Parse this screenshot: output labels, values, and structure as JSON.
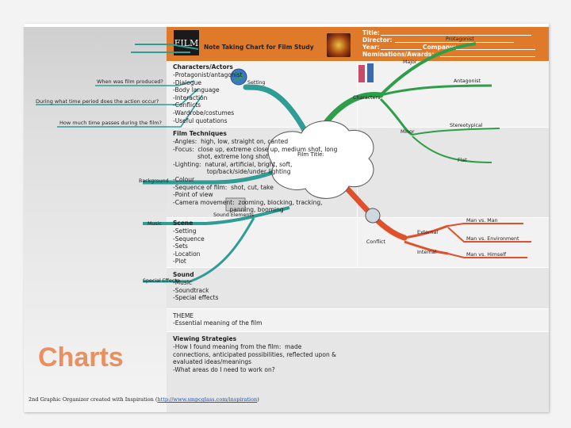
{
  "header": {
    "logo_text": "FILM",
    "title": "Note Taking Chart for Film Study"
  },
  "title_block": {
    "title_label": "Title:",
    "director_label": "Director:",
    "year_label": "Year:",
    "company_label": "Company:",
    "nominations_label": "Nominations/Awards:",
    "protagonist_label": "Protagonist"
  },
  "questions": [
    "When was film produced?",
    "During what time period does the action occur?",
    "How much time passes during the film?"
  ],
  "sections": {
    "characters": {
      "title": "Characters/Actors",
      "lines": [
        "-Protagonist/antagonist",
        "-Dialogue",
        "-Body language",
        "-Interaction",
        "-Conflicts",
        "-Wardrobe/costumes",
        "-Useful quotations"
      ]
    },
    "techniques": {
      "title": "Film Techniques",
      "lines": [
        "-Angles:  high, low, straight on, canted",
        "-Focus:  close up, extreme close up, medium shot, long",
        "             shot, extreme long shot",
        "-Lighting:  natural, artificial, bright, soft,",
        "                  top/back/side/under lighting",
        "-Colour",
        "-Sequence of film:  shot, cut, take",
        "-Point of view",
        "-Camera movement:  zooming, blocking, tracking,",
        "                              panning, booming"
      ]
    },
    "scene": {
      "title": "Scene",
      "lines": [
        "-Setting",
        "-Sequence",
        "-Sets",
        "-Location",
        "-Plot"
      ]
    },
    "sound": {
      "title": "Sound",
      "lines": [
        "-Music",
        "-Soundtrack",
        "-Special effects"
      ]
    },
    "theme": {
      "title": "THEME",
      "lines": [
        "-Essential meaning of the film"
      ]
    },
    "viewing": {
      "title": "Viewing Strategies",
      "lines": [
        "-How I found meaning from the film:  made",
        "connections, anticipated possibilities, reflected upon &",
        "evaluated ideas/meanings",
        "-What areas do I need to work on?"
      ]
    }
  },
  "mindmap": {
    "setting": "Setting",
    "characters": "Characters",
    "major": "Major",
    "minor": "Minor",
    "antagonist": "Antagonist",
    "stereotypical": "Stereotypical",
    "flat": "Flat",
    "film_title": "Film Title:",
    "background": "Background",
    "music": "Music",
    "special_effects": "Special Effects",
    "sound_elements": "Sound Elements",
    "conflict": "Conflict",
    "external": "External",
    "internal": "Internal",
    "man_vs_man": "Man vs. Man",
    "man_vs_env": "Man vs. Environment",
    "man_vs_himself": "Man vs. Himself"
  },
  "charts_word": "Charts",
  "footer": {
    "text": "2nd Graphic Organizer created with Inspiration (",
    "link": "http://www.smpcglass.com/inspiration",
    "close": ")"
  },
  "colors": {
    "orange": "#e07a2b",
    "teal": "#2f9c95",
    "green": "#2e9e4a",
    "red": "#e0502a",
    "charts_word": "#e89060"
  }
}
